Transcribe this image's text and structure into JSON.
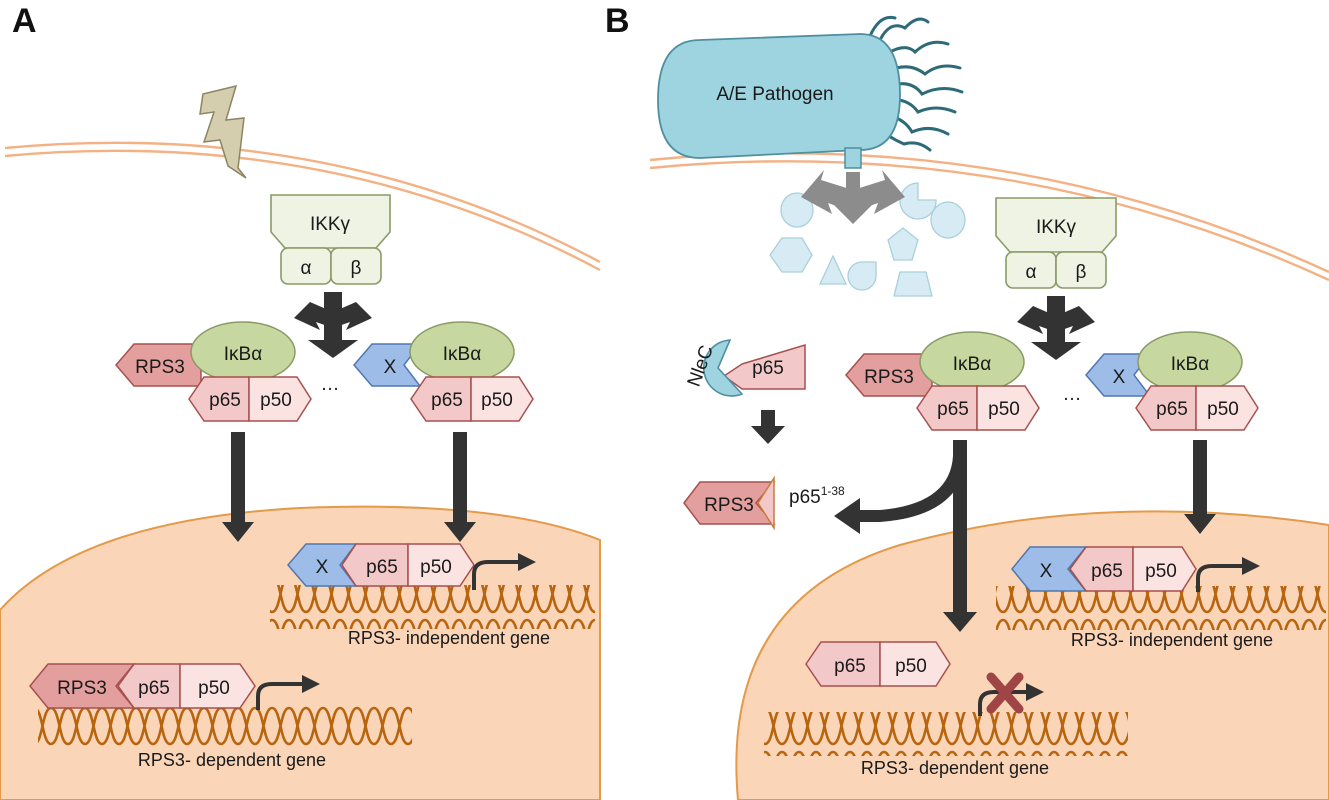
{
  "panels": {
    "a": "A",
    "b": "B"
  },
  "proteins": {
    "ikk_gamma": "IKKγ",
    "ikk_alpha": "α",
    "ikk_beta": "β",
    "ikba": "IκBα",
    "rps3": "RPS3",
    "p65": "p65",
    "p50": "p50",
    "x": "X",
    "nlec": "NleC",
    "p65_fragment": "p65",
    "p65_fragment_sup": "1-38"
  },
  "ellipsis": "…",
  "pathogen": "A/E Pathogen",
  "genes": {
    "independent": "RPS3- independent gene",
    "dependent": "RPS3- dependent gene"
  },
  "colors": {
    "membrane": "#f4b183",
    "nucleus_fill": "#fbd5b7",
    "nucleus_stroke": "#e39a4a",
    "ikk_fill": "#eef3e3",
    "ikk_stroke": "#8a9a66",
    "ikba_fill": "#c6d89f",
    "rps3_fill": "#e39e9e",
    "p65_fill": "#f3c8c8",
    "p50_fill": "#fbe3e1",
    "subunit_stroke": "#a6504f",
    "x_fill": "#9dbce7",
    "x_stroke": "#5077b0",
    "pathogen_fill": "#9ed4e0",
    "pathogen_stroke": "#4f8fa0",
    "flagella": "#2e6b78",
    "fragments": "#d6ebf3",
    "arrow": "#333333",
    "dna": "#b8650f",
    "block_x": "#a04545"
  }
}
